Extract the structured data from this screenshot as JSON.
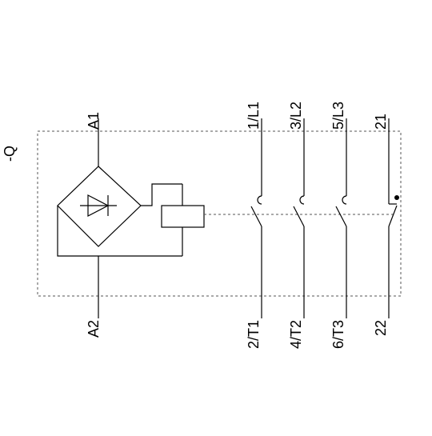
{
  "device_tag": "-Q",
  "coil_terminals": {
    "top": "A1",
    "bottom": "A2"
  },
  "main_contacts": [
    {
      "top": "1/L1",
      "bottom": "2/T1"
    },
    {
      "top": "3/L2",
      "bottom": "4/T2"
    },
    {
      "top": "5/L3",
      "bottom": "6/T3"
    }
  ],
  "aux_contact": {
    "top": "21",
    "bottom": "22",
    "type": "normally-closed"
  },
  "colors": {
    "line": "#000000",
    "dashed_border": "#555555",
    "background": "#ffffff"
  }
}
